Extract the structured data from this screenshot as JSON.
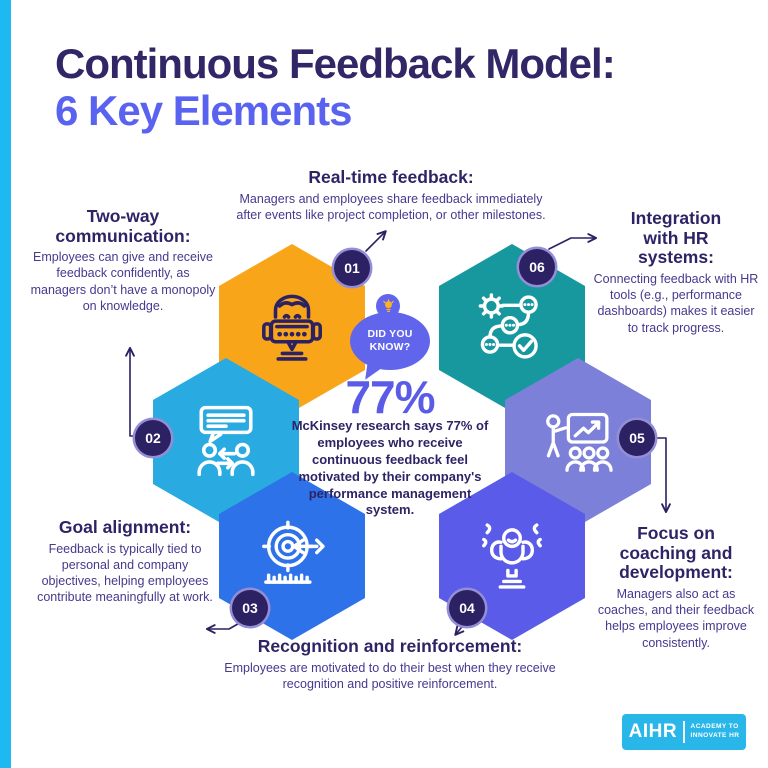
{
  "page": {
    "title_line1": "Continuous Feedback Model:",
    "title_line2": "6 Key Elements"
  },
  "colors": {
    "title_primary": "#322667",
    "title_accent": "#5A63F0",
    "accent_navy": "#2B2163",
    "edge_strip_blue": "#1FB9F2",
    "bubble_purple": "#6165EC",
    "stat_purple": "#5A5CE8",
    "logo_blue": "#29B6E8"
  },
  "center": {
    "bubble_label": "DID YOU KNOW?",
    "bubble_icon": "lightbulb-icon",
    "stat": "77%",
    "stat_text": "McKinsey research says 77% of employees who receive continuous feedback feel motivated by their company's performance management system."
  },
  "elements": [
    {
      "number": "01",
      "heading": "Real-time feedback:",
      "body": "Managers and employees share feedback immediately after events like project completion, or other milestones.",
      "color": "#F9A51A",
      "icon": "person-at-computer-icon"
    },
    {
      "number": "02",
      "heading": "Two-way communication:",
      "body": "Employees can give and receive feedback confidently, as managers don’t have a monopoly on knowledge.",
      "color": "#29ABE2",
      "icon": "two-people-exchange-icon"
    },
    {
      "number": "03",
      "heading": "Goal alignment:",
      "body": "Feedback is typically tied to personal and company objectives, helping employees contribute meaningfully at work.",
      "color": "#2D72E8",
      "icon": "target-arrow-icon"
    },
    {
      "number": "04",
      "heading": "Recognition and reinforcement:",
      "body": "Employees are motivated to do their best when they receive recognition and positive reinforcement.",
      "color": "#5A5BE8",
      "icon": "trophy-icon"
    },
    {
      "number": "05",
      "heading": "Focus on coaching and development:",
      "body": "Managers also act as coaches, and their feedback helps employees improve consistently.",
      "color": "#7C80D9",
      "icon": "presentation-chart-icon"
    },
    {
      "number": "06",
      "heading": "Integration with HR systems:",
      "body": "Connecting feedback with HR tools (e.g., performance dashboards) makes it easier to track progress.",
      "color": "#17979E",
      "icon": "workflow-check-icon"
    }
  ],
  "logo": {
    "brand": "AIHR",
    "tagline_line1": "ACADEMY TO",
    "tagline_line2": "INNOVATE HR"
  }
}
